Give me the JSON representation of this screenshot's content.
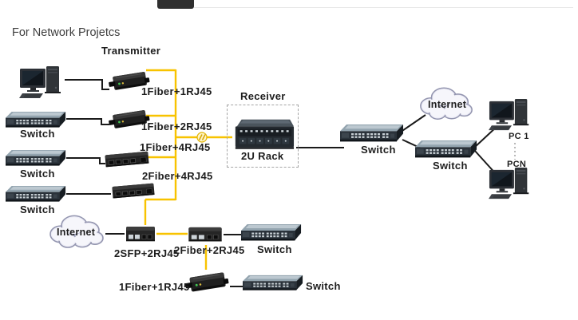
{
  "title": "For Network Projetcs",
  "transmitter": {
    "heading": "Transmitter",
    "converters": [
      "1Fiber+1RJ45",
      "1Fiber+2RJ45",
      "1Fiber+4RJ45",
      "2Fiber+4RJ45"
    ],
    "switches": [
      "Switch",
      "Switch",
      "Switch"
    ]
  },
  "receiver": {
    "heading": "Receiver",
    "rack": "2U Rack"
  },
  "core": {
    "switch_a": "Switch",
    "internet": "Internet",
    "switch_b": "Switch",
    "pc_first": "PC 1",
    "pc_last": "PCN"
  },
  "access": {
    "internet": "Internet",
    "converters": [
      "2SFP+2RJ45",
      "2Fiber+2RJ45",
      "1Fiber+1RJ45"
    ],
    "switches": [
      "Switch",
      "Switch"
    ]
  },
  "colors": {
    "fiber": "#F8C300",
    "ethernet": "#1a1a1a"
  }
}
